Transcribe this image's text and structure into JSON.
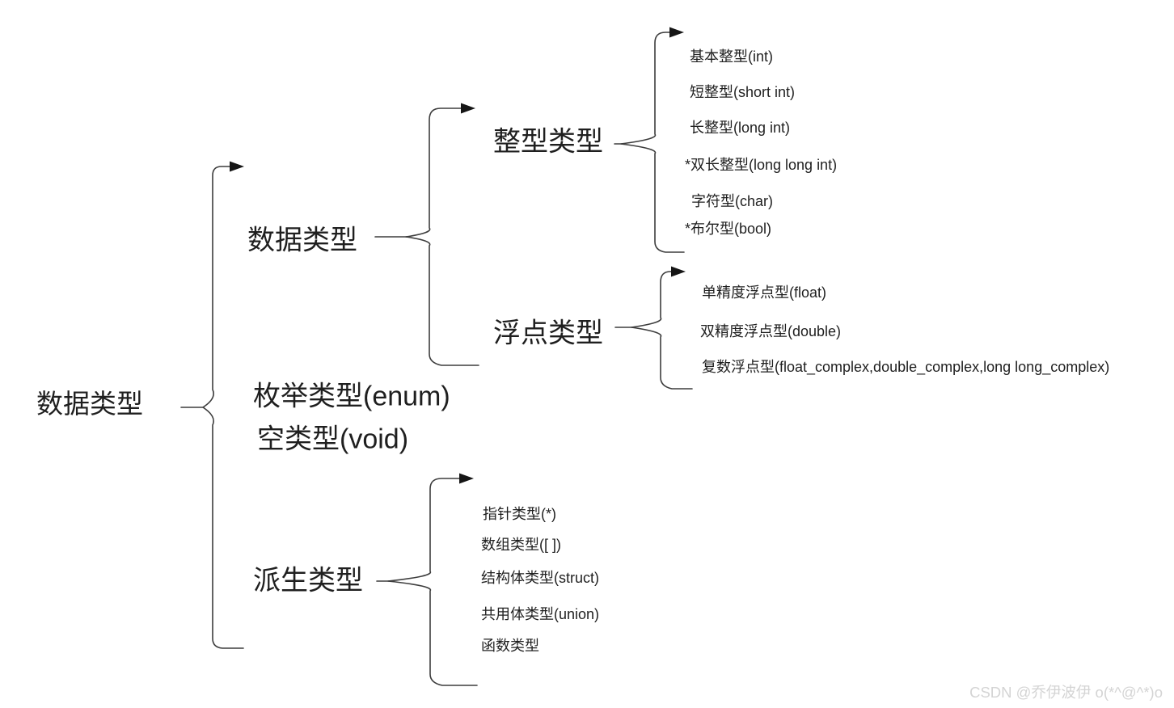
{
  "nodes": {
    "root": "数据类型",
    "data_group": "数据类型",
    "integer_group": "整型类型",
    "float_group": "浮点类型",
    "enum_type": "枚举类型(enum)",
    "void_type": "空类型(void)",
    "derived_group": "派生类型"
  },
  "integer_items": [
    "基本整型(int)",
    "短整型(short int)",
    "长整型(long int)",
    "*双长整型(long long int)",
    "字符型(char)",
    "*布尔型(bool)"
  ],
  "float_items": [
    "单精度浮点型(float)",
    "双精度浮点型(double)",
    "复数浮点型(float_complex,double_complex,long long_complex)"
  ],
  "derived_items": [
    "指针类型(*)",
    "数组类型([ ])",
    "结构体类型(struct)",
    "共用体类型(union)",
    "函数类型"
  ],
  "watermark": "CSDN @乔伊波伊 o(*^@^*)o",
  "colors": {
    "line": "#3d3d3d",
    "text": "#1f1f1f",
    "watermark": "#d4d4d4"
  }
}
